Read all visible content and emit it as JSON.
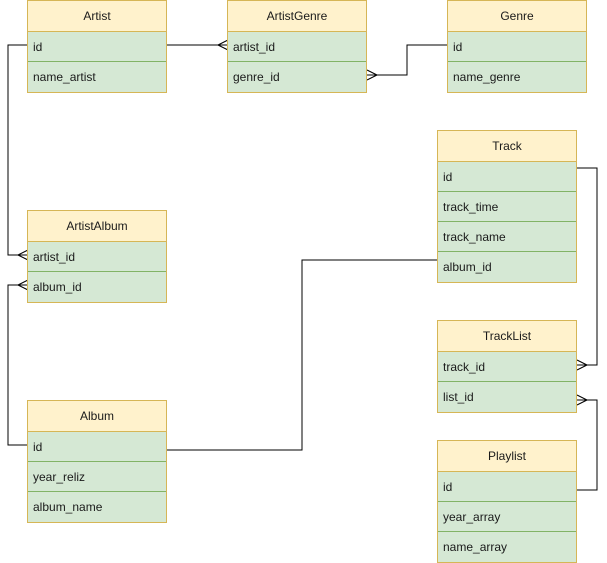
{
  "entities": {
    "artist": {
      "title": "Artist",
      "fields": [
        "id",
        "name_artist"
      ]
    },
    "artist_genre": {
      "title": "ArtistGenre",
      "fields": [
        "artist_id",
        "genre_id"
      ]
    },
    "genre": {
      "title": "Genre",
      "fields": [
        "id",
        "name_genre"
      ]
    },
    "track": {
      "title": "Track",
      "fields": [
        "id",
        "track_time",
        "track_name",
        "album_id"
      ]
    },
    "artist_album": {
      "title": "ArtistAlbum",
      "fields": [
        "artist_id",
        "album_id"
      ]
    },
    "track_list": {
      "title": "TrackList",
      "fields": [
        "track_id",
        "list_id"
      ]
    },
    "album": {
      "title": "Album",
      "fields": [
        "id",
        "year_reliz",
        "album_name"
      ]
    },
    "playlist": {
      "title": "Playlist",
      "fields": [
        "id",
        "year_array",
        "name_array"
      ]
    }
  },
  "relationships": [
    {
      "from": "Artist.id",
      "to": "ArtistGenre.artist_id",
      "type": "one-to-many"
    },
    {
      "from": "Genre.id",
      "to": "ArtistGenre.genre_id",
      "type": "one-to-many"
    },
    {
      "from": "Artist.id",
      "to": "ArtistAlbum.artist_id",
      "type": "one-to-many"
    },
    {
      "from": "Album.id",
      "to": "ArtistAlbum.album_id",
      "type": "one-to-many"
    },
    {
      "from": "Album.id",
      "to": "Track.album_id",
      "type": "one-to-one"
    },
    {
      "from": "Track.id",
      "to": "TrackList.track_id",
      "type": "one-to-many"
    },
    {
      "from": "Playlist.id",
      "to": "TrackList.list_id",
      "type": "one-to-many"
    }
  ],
  "colors": {
    "header_fill": "#fff2cc",
    "header_stroke": "#d6b656",
    "row_fill": "#d5e8d4",
    "row_stroke": "#82b366",
    "line": "#000000"
  }
}
